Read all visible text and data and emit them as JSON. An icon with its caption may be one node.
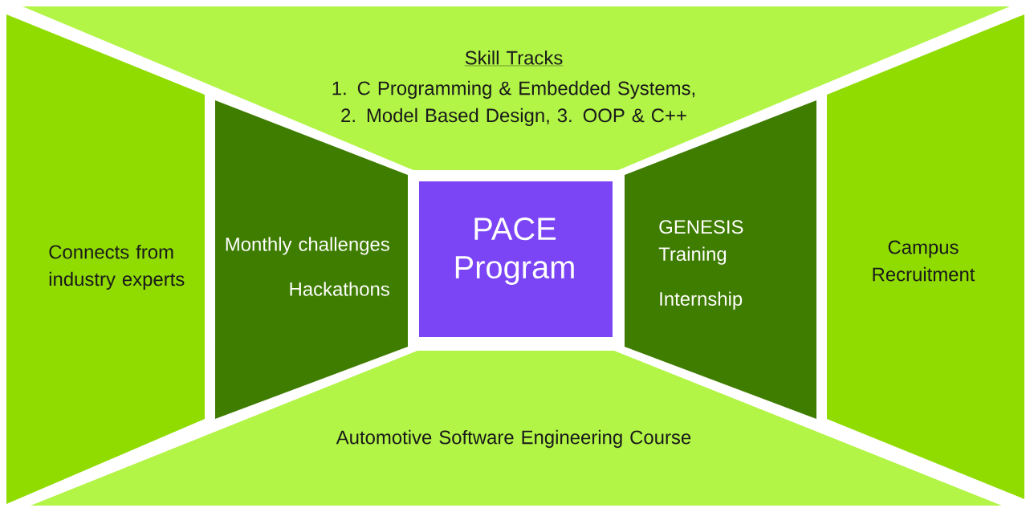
{
  "diagram": {
    "nodes": [
      {
        "text": [
          "Skill Tracks",
          "1. C Programming & Embedded Systems, 2. Model Based Design, 3. OOP & C++"
        ]
      },
      {
        "text": [
          "Connects from industry experts"
        ]
      },
      {
        "text": [
          "Monthly challenges",
          "Hackathons"
        ]
      },
      {
        "text": [
          "PACE Program"
        ]
      },
      {
        "text": [
          "GENESIS Training",
          "Internship"
        ]
      },
      {
        "text": [
          "Campus Recruitment"
        ]
      },
      {
        "text": [
          "Automotive Software Engineering Course"
        ]
      }
    ],
    "edges": []
  }
}
